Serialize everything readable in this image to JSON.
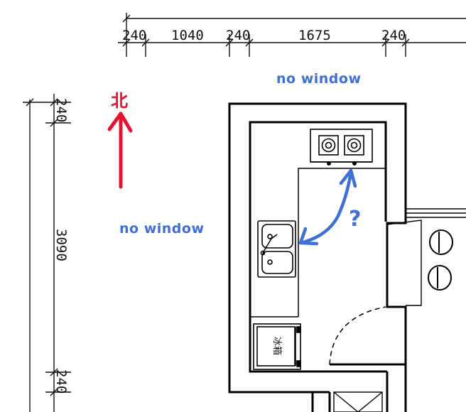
{
  "dimensions": {
    "top": [
      "240",
      "1040",
      "240",
      "1675",
      "240"
    ],
    "left_total": "3090",
    "left_top_wall": "240",
    "left_bottom_wall": "240"
  },
  "annotations": {
    "north_label": "北",
    "no_window_top": "no window",
    "no_window_left": "no window",
    "question_mark": "?",
    "fridge_label": "冰箱"
  },
  "colors": {
    "wall": "#000000",
    "north_arrow": "#e8102a",
    "annotation_blue": "#3f6fd6"
  },
  "icons": [
    "north-arrow-icon",
    "stove-burner-icon",
    "double-sink-icon",
    "fridge-icon",
    "door-swing-icon",
    "toilet-icon"
  ]
}
